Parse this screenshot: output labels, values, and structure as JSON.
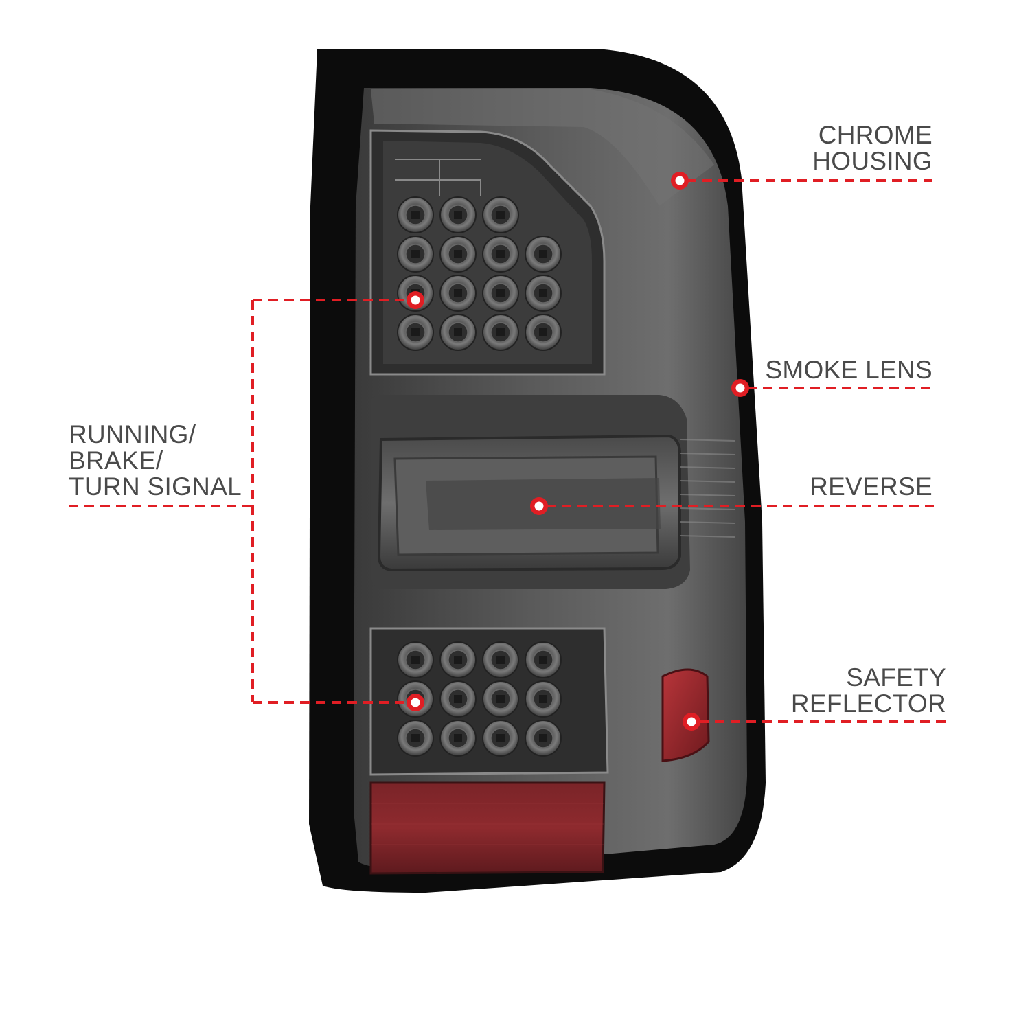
{
  "accent_color": "#e01e24",
  "callouts": {
    "chrome_housing": {
      "lines": [
        "CHROME",
        "HOUSING"
      ]
    },
    "smoke_lens": {
      "lines": [
        "SMOKE LENS"
      ]
    },
    "reverse": {
      "lines": [
        "REVERSE"
      ]
    },
    "safety_reflector": {
      "lines": [
        "SAFETY",
        "REFLECTOR"
      ]
    },
    "running_brake_turn": {
      "lines": [
        "RUNNING/",
        "BRAKE/",
        "TURN SIGNAL"
      ]
    }
  },
  "product_image": {
    "subject": "smoke tail light assembly",
    "icon": "tail-light-illustration"
  }
}
